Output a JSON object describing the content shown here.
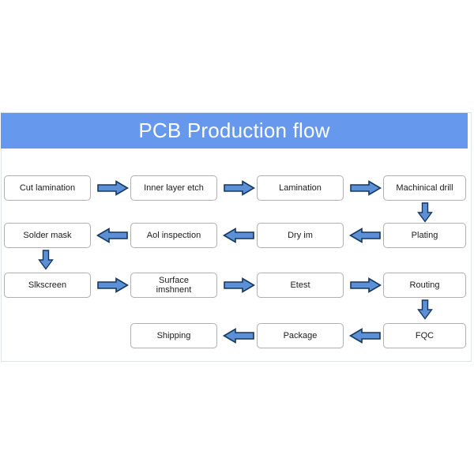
{
  "title": "PCB Production flow",
  "colors": {
    "band": "#6699ee",
    "title_text": "#ffffff",
    "arrow_fill": "#5b8fd6",
    "arrow_stroke": "#17365d",
    "node_border": "#b0b0b0",
    "frame_border": "#dde6f0",
    "page_background": "#ffffff"
  },
  "flow": {
    "rows": [
      {
        "direction": "right",
        "nodes": [
          {
            "id": "cut-lamination",
            "label": "Cut lamination"
          },
          {
            "id": "inner-layer-etch",
            "label": "Inner layer etch"
          },
          {
            "id": "lamination",
            "label": "Lamination"
          },
          {
            "id": "machinical-drill",
            "label": "Machinical drill"
          }
        ]
      },
      {
        "direction": "left",
        "nodes": [
          {
            "id": "solder-mask",
            "label": "Solder mask"
          },
          {
            "id": "aoi-inspection",
            "label": "Aol inspection"
          },
          {
            "id": "dry-im",
            "label": "Dry im"
          },
          {
            "id": "plating",
            "label": "Plating"
          }
        ]
      },
      {
        "direction": "right",
        "nodes": [
          {
            "id": "slkscreen",
            "label": "Slkscreen"
          },
          {
            "id": "surface-imshnent",
            "label": "Surface\nimshnent"
          },
          {
            "id": "etest",
            "label": "Etest"
          },
          {
            "id": "routing",
            "label": "Routing"
          }
        ]
      },
      {
        "direction": "left",
        "nodes": [
          {
            "id": "shipping",
            "label": "Shipping"
          },
          {
            "id": "package",
            "label": "Package"
          },
          {
            "id": "fqc",
            "label": "FQC"
          }
        ]
      }
    ],
    "connectors": {
      "horizontal_right": "arrow-right-icon",
      "horizontal_left": "arrow-left-icon",
      "vertical_down": "arrow-down-icon"
    }
  }
}
